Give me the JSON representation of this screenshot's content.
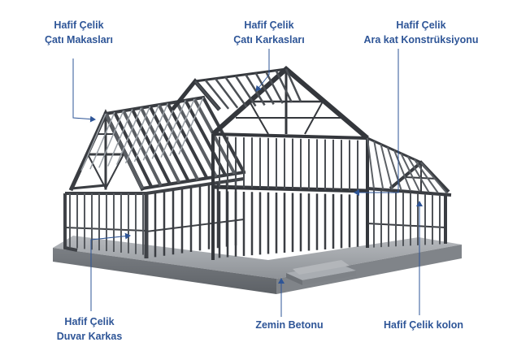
{
  "labels": {
    "roof_truss": {
      "line1": "Hafif Çelik",
      "line2": "Çatı Makasları"
    },
    "roof_frame": {
      "line1": "Hafif Çelik",
      "line2": "Çatı Karkasları"
    },
    "mezzanine": {
      "line1": "Hafif Çelik",
      "line2": "Ara kat Konstrüksiyonu"
    },
    "wall_frame": {
      "line1": "Hafif Çelik",
      "line2": "Duvar Karkas"
    },
    "slab": {
      "line1": "Zemin Betonu"
    },
    "column": {
      "line1": "Hafif Çelik kolon"
    }
  },
  "colors": {
    "label": "#2e5597",
    "arrow": "#2e5597",
    "steel_dark": "#3a3d42",
    "steel_light": "#9aa0a6",
    "slab_top": "#9a9ea3",
    "slab_side": "#6f7378"
  }
}
